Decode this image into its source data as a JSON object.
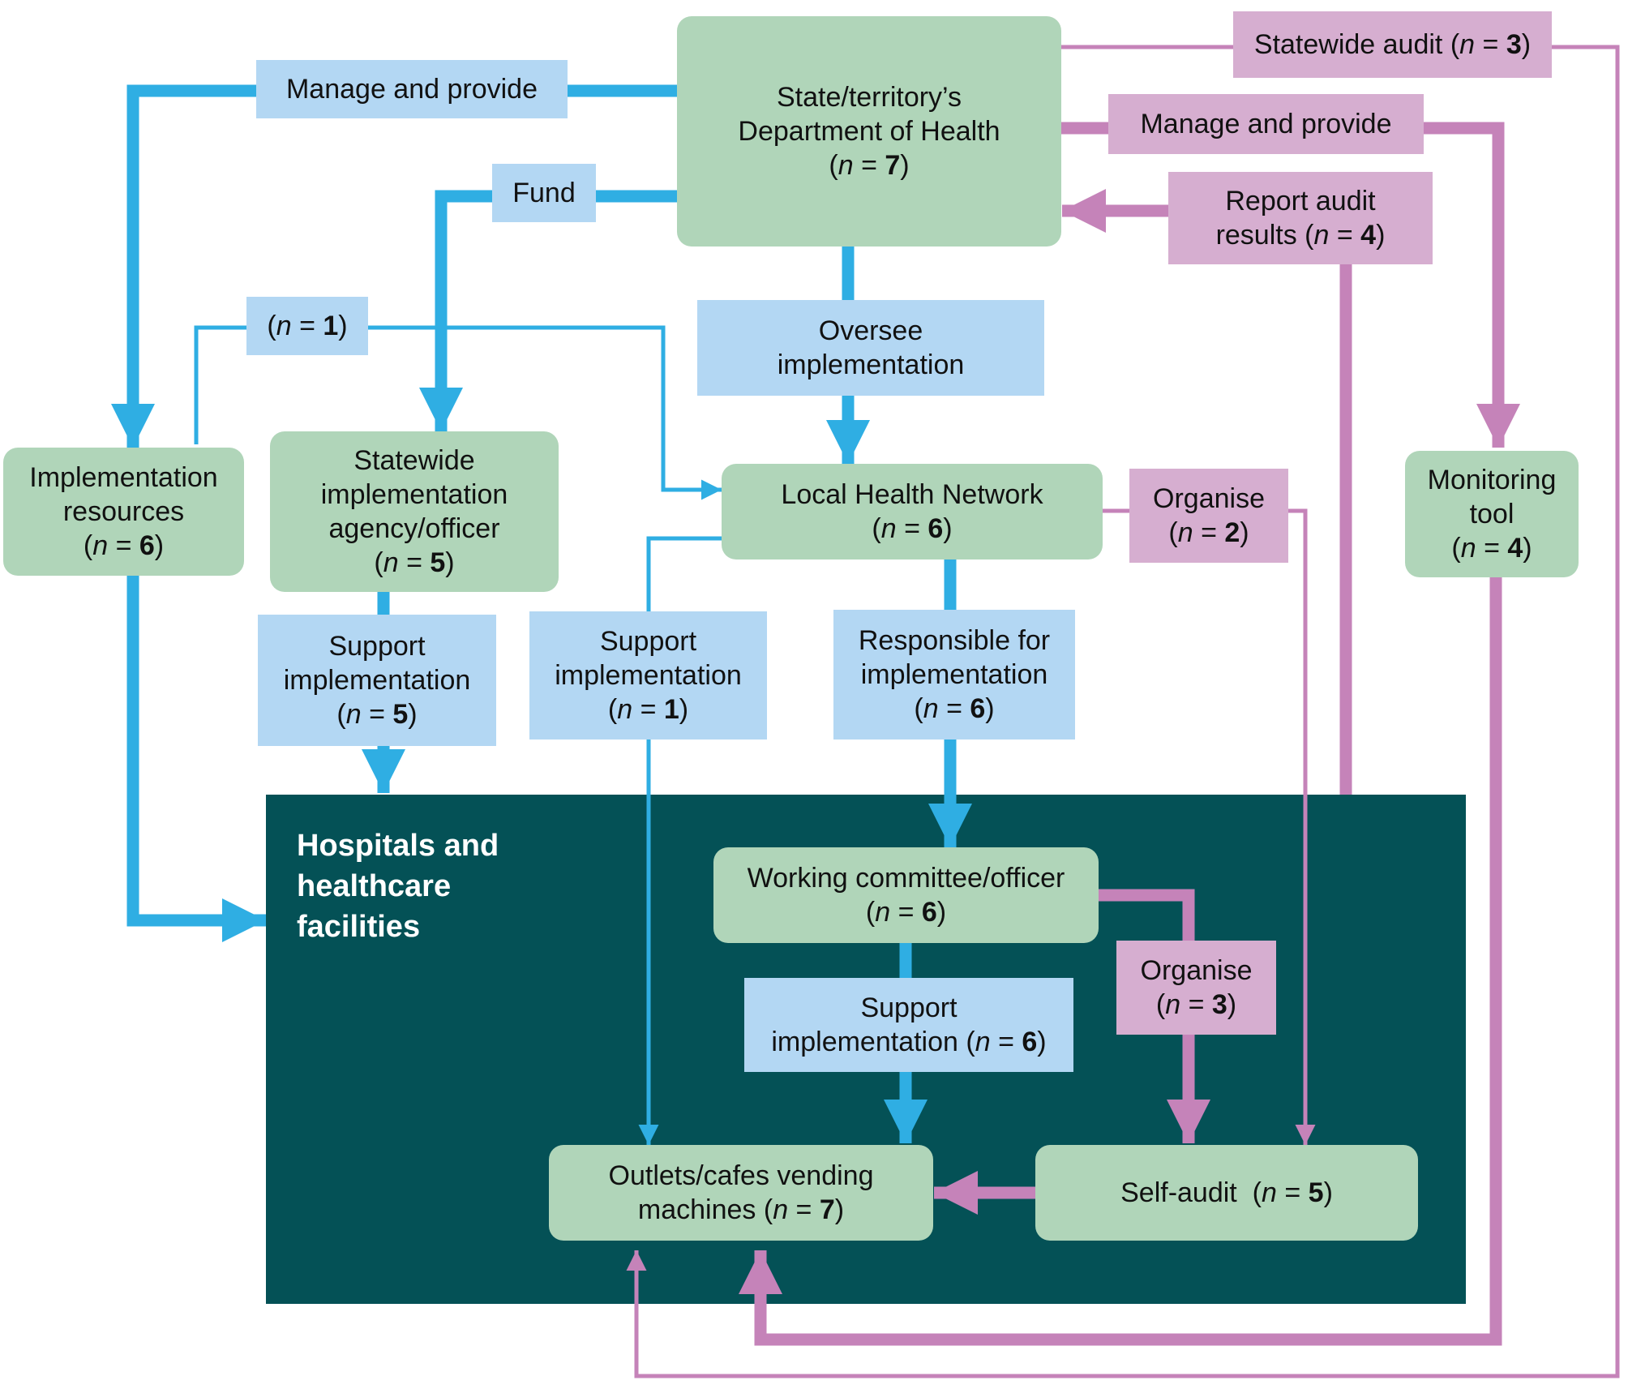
{
  "title_hospitals": "Hospitals and healthcare facilities",
  "nodes": {
    "doh": {
      "lines": [
        "State/territory’s",
        "Department of Health"
      ],
      "n": "7"
    },
    "impl_resources": {
      "lines": [
        "Implementation",
        "resources"
      ],
      "n": "6"
    },
    "statewide_agency": {
      "lines": [
        "Statewide",
        "implementation",
        "agency/officer"
      ],
      "n": "5"
    },
    "lhn": {
      "lines": [
        "Local Health Network"
      ],
      "n": "6"
    },
    "monitoring": {
      "lines": [
        "Monitoring",
        "tool"
      ],
      "n": "4"
    },
    "working_committee": {
      "lines": [
        "Working committee/officer"
      ],
      "n": "6"
    },
    "outlets": {
      "lines": [
        "Outlets/cafes vending"
      ],
      "tail": "machines",
      "n": "7"
    },
    "self_audit": {
      "text": "Self-audit",
      "n": "5"
    }
  },
  "labels": {
    "manage_provide_left": {
      "text": "Manage and provide"
    },
    "fund": {
      "text": "Fund"
    },
    "n_one": {
      "n": "1"
    },
    "oversee": {
      "lines": [
        "Oversee",
        "implementation"
      ]
    },
    "support_agency": {
      "lines": [
        "Support",
        "implementation"
      ],
      "n": "5"
    },
    "support_lhn": {
      "lines": [
        "Support",
        "implementation"
      ],
      "n": "1"
    },
    "responsible": {
      "lines": [
        "Responsible for",
        "implementation"
      ],
      "n": "6"
    },
    "support_committee": {
      "lines": [
        "Support"
      ],
      "tail": "implementation",
      "n": "6"
    },
    "statewide_audit": {
      "text": "Statewide audit",
      "n": "3"
    },
    "manage_provide_right": {
      "text": "Manage and provide"
    },
    "report_audit": {
      "lines": [
        "Report audit"
      ],
      "tail": "results",
      "n": "4"
    },
    "organise_lhn": {
      "lines": [
        "Organise"
      ],
      "n": "2"
    },
    "organise_committee": {
      "lines": [
        "Organise"
      ],
      "n": "3"
    }
  },
  "colors": {
    "blue_arrow": "#2faee3",
    "pink_arrow": "#c583b9",
    "node_green": "#b0d5b9",
    "label_blue": "#b3d7f3",
    "label_pink": "#d6aed0",
    "hospital_teal": "#045156"
  }
}
